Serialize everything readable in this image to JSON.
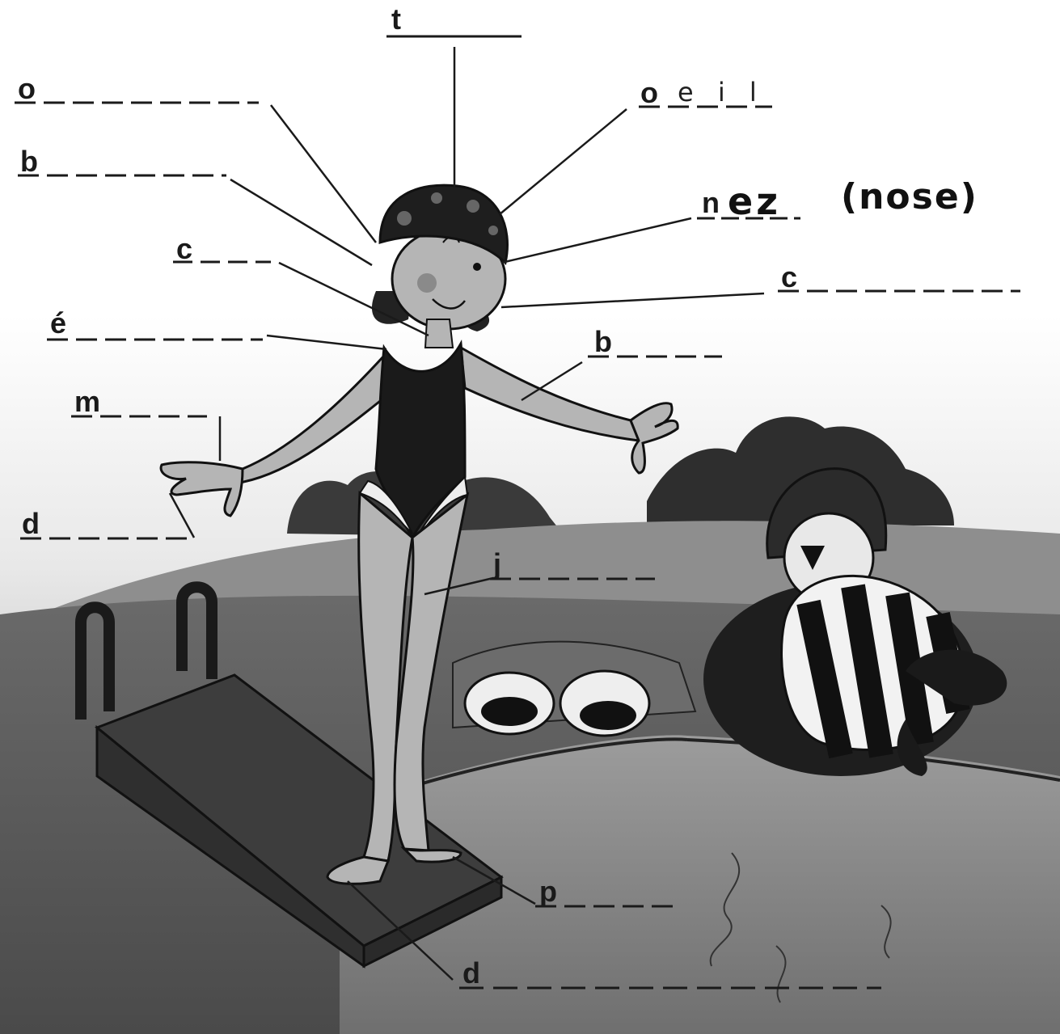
{
  "labels": {
    "tete": "t",
    "oreille": "o",
    "oeil_letter": "o",
    "oeil_answer": "e i l",
    "bouche": "b",
    "nez_letter": "n",
    "nez_answer": "ez",
    "nose_note": "(nose)",
    "cou": "c",
    "cheveux": "c",
    "epaule": "é",
    "bras": "b",
    "main": "m",
    "doigt": "d",
    "jambe": "j",
    "pied": "p",
    "doigts_pied": "d"
  },
  "colors": {
    "ink": "#1a1a1a",
    "paper": "#ffffff",
    "shade_dark": "#555555",
    "shade_mid": "#8a8a8a",
    "shade_light": "#c8c8c8"
  }
}
